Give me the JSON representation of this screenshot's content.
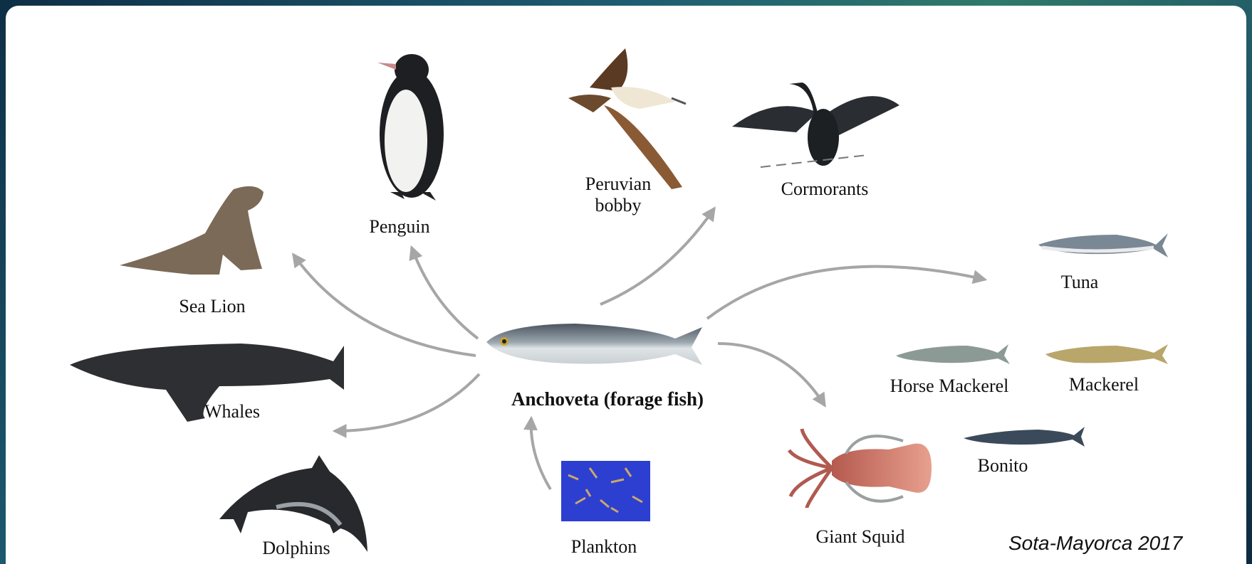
{
  "diagram": {
    "center": "Anchoveta (forage fish)",
    "predators": {
      "penguin": "Penguin",
      "peruvian_bobby": "Peruvian\nbobby",
      "cormorants": "Cormorants",
      "sea_lion": "Sea Lion",
      "whales": "Whales",
      "dolphins": "Dolphins",
      "tuna": "Tuna",
      "horse_mackerel": "Horse Mackerel",
      "mackerel": "Mackerel",
      "bonito": "Bonito",
      "giant_squid": "Giant Squid"
    },
    "prey": {
      "plankton": "Plankton"
    }
  },
  "credit": "Sota-Mayorca 2017",
  "colors": {
    "arrow": "#a6a6a6",
    "plankton_bg": "#2d3fd0",
    "frame_teal": "#1e5d73"
  }
}
